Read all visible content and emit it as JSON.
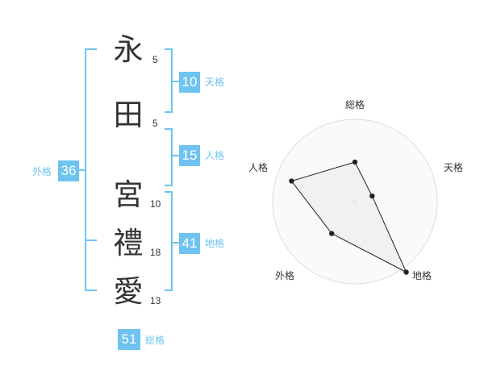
{
  "colors": {
    "accent": "#6ec3f0",
    "text": "#333333",
    "grid": "#dddddd",
    "polygon_fill": "#eeeeee",
    "polygon_stroke": "#222222"
  },
  "name": {
    "characters": [
      {
        "char": "永",
        "strokes": "5"
      },
      {
        "char": "田",
        "strokes": "5"
      },
      {
        "char": "宮",
        "strokes": "10"
      },
      {
        "char": "禮",
        "strokes": "18"
      },
      {
        "char": "愛",
        "strokes": "13"
      }
    ]
  },
  "fortunes": {
    "tenkaku": {
      "value": "10",
      "label": "天格"
    },
    "jinkaku": {
      "value": "15",
      "label": "人格"
    },
    "chikaku": {
      "value": "41",
      "label": "地格"
    },
    "gaikaku": {
      "value": "36",
      "label": "外格"
    },
    "soukaku": {
      "value": "51",
      "label": "総格"
    }
  },
  "chart_data": {
    "type": "radar",
    "axes": [
      "総格",
      "天格",
      "地格",
      "外格",
      "人格"
    ],
    "values": [
      0.48,
      0.22,
      1.06,
      0.48,
      0.81
    ],
    "range": [
      0,
      1
    ],
    "rings": 4
  }
}
